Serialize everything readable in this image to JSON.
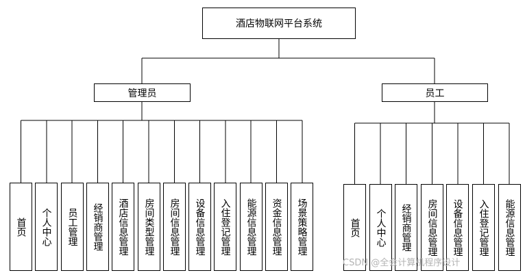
{
  "root": {
    "label": "酒店物联网平台系统"
  },
  "roles": [
    {
      "label": "管理员",
      "modules": [
        "首页",
        "个人中心",
        "员工管理",
        "经销商管理",
        "酒店信息管理",
        "房间类型管理",
        "房间信息管理",
        "设备信息管理",
        "入住登记管理",
        "能源信息管理",
        "资金信息管理",
        "场景策略管理"
      ]
    },
    {
      "label": "员工",
      "modules": [
        "首页",
        "个人中心",
        "经销商管理",
        "房间信息管理",
        "设备信息管理",
        "入住登记管理",
        "能源信息管理"
      ]
    }
  ],
  "watermark": "CSDN @全会计算机程序设计"
}
